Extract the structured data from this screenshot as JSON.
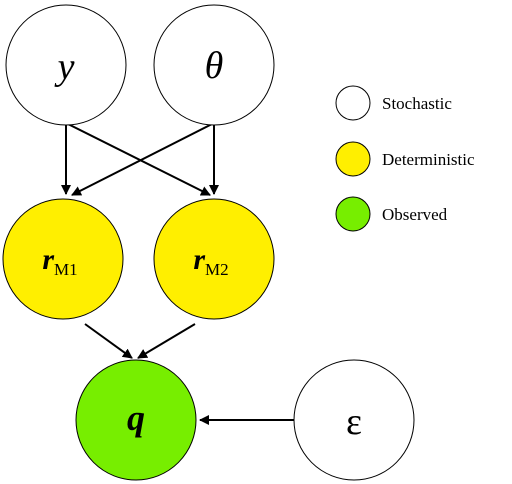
{
  "nodes": {
    "y": {
      "symbol": "y",
      "kind": "stochastic"
    },
    "theta": {
      "symbol": "θ",
      "kind": "stochastic"
    },
    "r_m1": {
      "symbol": "r",
      "subscript": "M1",
      "kind": "deterministic"
    },
    "r_m2": {
      "symbol": "r",
      "subscript": "M2",
      "kind": "deterministic"
    },
    "q": {
      "symbol": "q",
      "kind": "observed"
    },
    "epsilon": {
      "symbol": "ε",
      "kind": "stochastic"
    }
  },
  "legend": [
    {
      "label": "Stochastic",
      "kind": "stochastic"
    },
    {
      "label": "Deterministic",
      "kind": "deterministic"
    },
    {
      "label": "Observed",
      "kind": "observed"
    }
  ],
  "colors": {
    "stochastic": "#ffffff",
    "deterministic": "#ffef00",
    "observed": "#77ee00",
    "stroke": "#000000"
  }
}
